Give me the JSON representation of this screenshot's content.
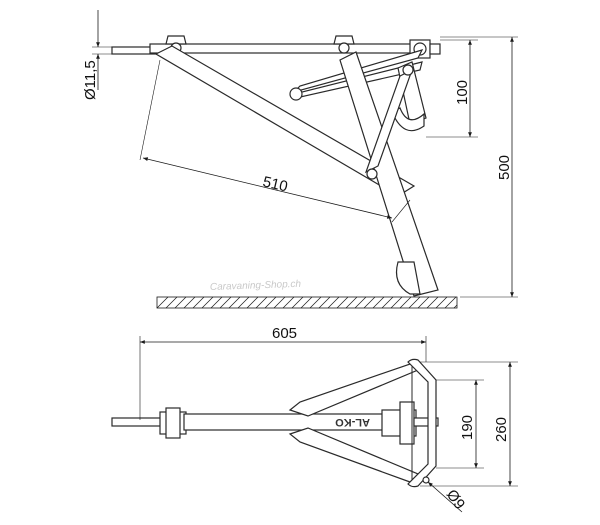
{
  "dimensions": {
    "rod_diameter": "Ø11,5",
    "height_small": "100",
    "height_total": "500",
    "arm_length": "510",
    "base_length": "605",
    "bracket_inner": "190",
    "bracket_outer": "260",
    "hole_diameter": "Ø9"
  },
  "labels": {
    "watermark": "Caravaning-Shop.ch",
    "brand": "AL-KO"
  }
}
